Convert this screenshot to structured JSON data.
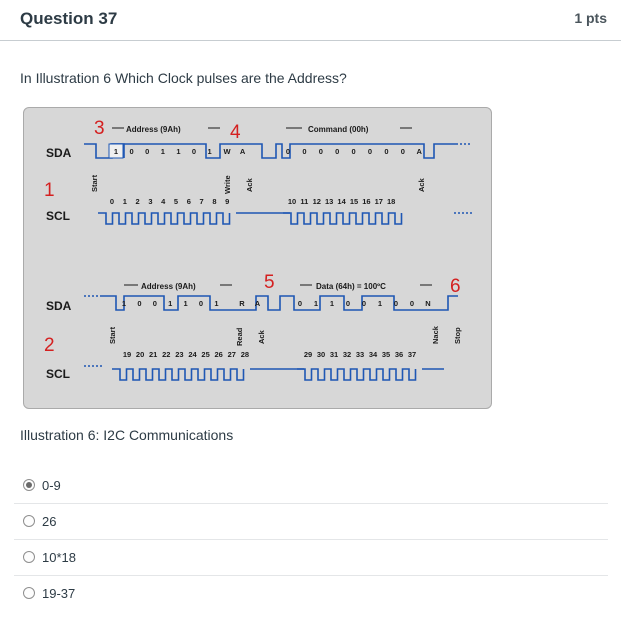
{
  "question": {
    "title": "Question 37",
    "points": "1 pts",
    "text": "In Illustration 6 Which Clock pulses are the Address?"
  },
  "illustration": {
    "caption": "Illustration 6: I2C Communications",
    "top": {
      "sda_label": "SDA",
      "scl_label": "SCL",
      "address_header": "Address (9Ah)",
      "command_header": "Command (00h)",
      "address_bits": [
        "1",
        "0",
        "0",
        "1",
        "1",
        "0",
        "1",
        "W",
        "A"
      ],
      "command_bits": [
        "0",
        "0",
        "0",
        "0",
        "0",
        "0",
        "0",
        "0",
        "A"
      ],
      "clock_numbers_a": [
        "0",
        "1",
        "2",
        "3",
        "4",
        "5",
        "6",
        "7",
        "8",
        "9"
      ],
      "clock_numbers_b": [
        "10",
        "11",
        "12",
        "13",
        "14",
        "15",
        "16",
        "17",
        "18"
      ],
      "vertical_labels": [
        "Start",
        "Write",
        "Ack",
        "Ack"
      ]
    },
    "bottom": {
      "sda_label": "SDA",
      "scl_label": "SCL",
      "address_header": "Address (9Ah)",
      "data_header": "Data (64h) = 100ºC",
      "address_bits": [
        "1",
        "0",
        "0",
        "1",
        "1",
        "0",
        "1",
        "R",
        "A"
      ],
      "data_bits": [
        "0",
        "1",
        "1",
        "0",
        "0",
        "1",
        "0",
        "0",
        "N"
      ],
      "clock_numbers_a": [
        "19",
        "20",
        "21",
        "22",
        "23",
        "24",
        "25",
        "26",
        "27",
        "28"
      ],
      "clock_numbers_b": [
        "29",
        "30",
        "31",
        "32",
        "33",
        "34",
        "35",
        "36",
        "37"
      ],
      "vertical_labels": [
        "Start",
        "Read",
        "Ack",
        "Nack",
        "Stop"
      ]
    },
    "annotations": [
      "1",
      "2",
      "3",
      "4",
      "5",
      "6"
    ],
    "annotation_color": "#d42020"
  },
  "answers": [
    {
      "label": "0-9",
      "selected": true
    },
    {
      "label": "26",
      "selected": false
    },
    {
      "label": "10*18",
      "selected": false
    },
    {
      "label": "19-37",
      "selected": false
    }
  ]
}
